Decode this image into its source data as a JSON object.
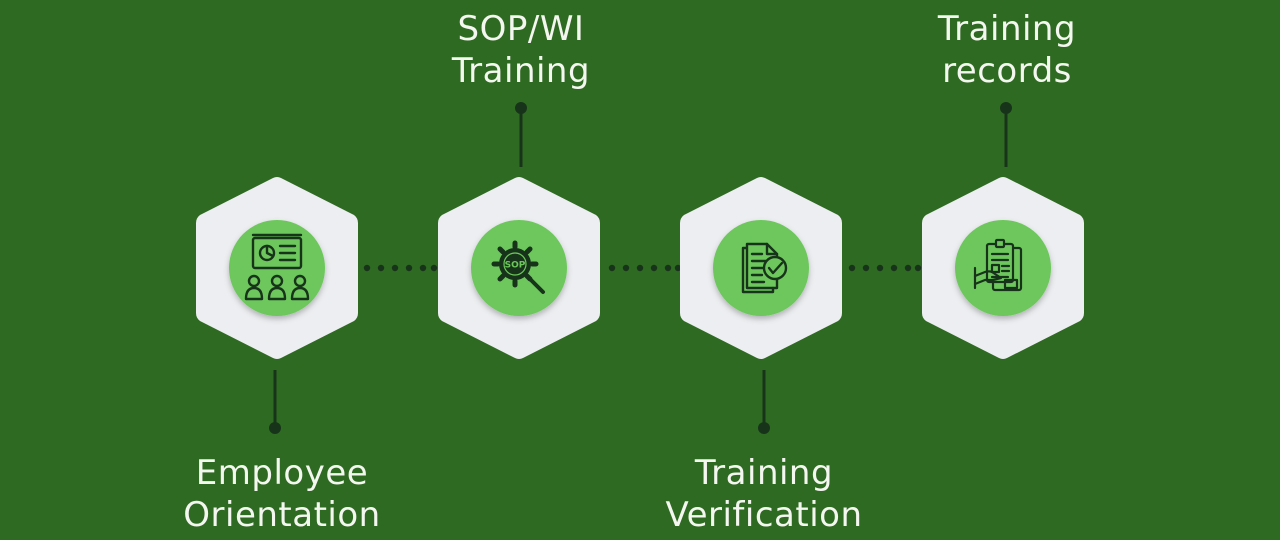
{
  "colors": {
    "background": "#2F6A22",
    "hexagon_fill": "#ECEEF1",
    "circle_fill": "#6DC75C",
    "icon_stroke": "#17341A",
    "connector": "#17341A",
    "label_text": "#F4F6F0"
  },
  "steps": [
    {
      "label_line1": "Employee",
      "label_line2": "Orientation",
      "icon": "presentation-audience-icon"
    },
    {
      "label_line1": "SOP/WI",
      "label_line2": "Training",
      "icon": "sop-gear-magnifier-icon"
    },
    {
      "label_line1": "Training",
      "label_line2": "Verification",
      "icon": "document-checkmark-icon"
    },
    {
      "label_line1": "Training",
      "label_line2": "records",
      "icon": "records-clipboard-icon"
    }
  ]
}
